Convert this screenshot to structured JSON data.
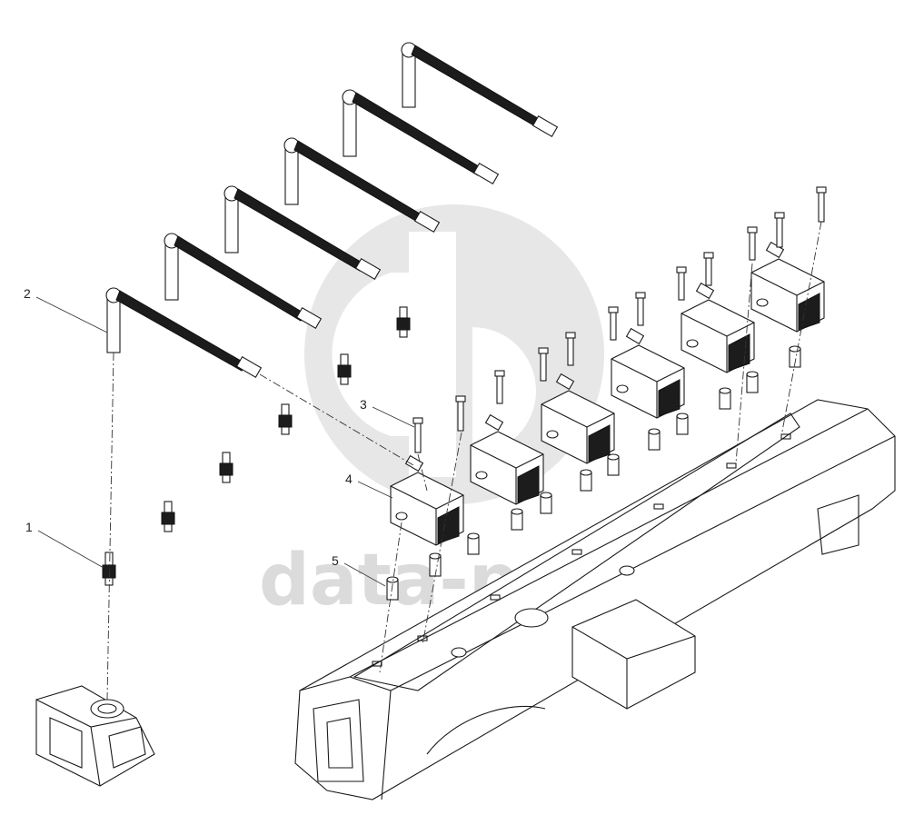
{
  "watermark": {
    "text": "data-parts",
    "color": "#cfcfcf"
  },
  "callouts": [
    {
      "num": "1",
      "part": "spark-plug"
    },
    {
      "num": "2",
      "part": "ignition-lead"
    },
    {
      "num": "3",
      "part": "coil-bolt"
    },
    {
      "num": "4",
      "part": "ignition-coil"
    },
    {
      "num": "5",
      "part": "spacer-sleeve"
    }
  ]
}
